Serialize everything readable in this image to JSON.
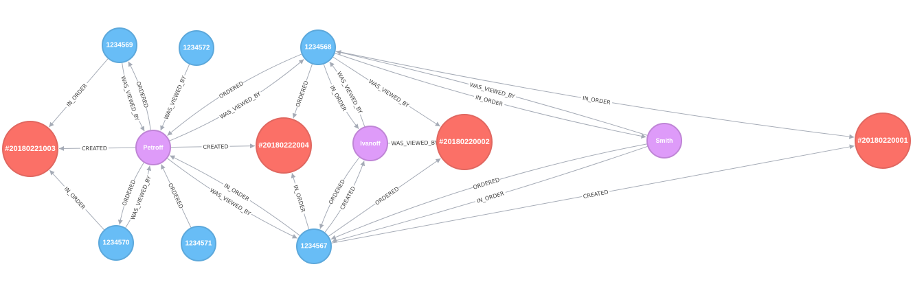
{
  "colors": {
    "product_fill": "#68bdf6",
    "product_stroke": "#5ca8db",
    "customer_fill": "#de9bf9",
    "customer_stroke": "#bf85d6",
    "order_fill": "#fb7067",
    "order_stroke": "#e06760",
    "edge": "#a5abb6",
    "label_text": "#404040",
    "label_bg": "#ffffff"
  },
  "nodes": [
    {
      "id": "p569",
      "label": "1234569",
      "kind": "product"
    },
    {
      "id": "p572",
      "label": "1234572",
      "kind": "product"
    },
    {
      "id": "p568",
      "label": "1234568",
      "kind": "product"
    },
    {
      "id": "p570",
      "label": "1234570",
      "kind": "product"
    },
    {
      "id": "p571",
      "label": "1234571",
      "kind": "product"
    },
    {
      "id": "p567",
      "label": "1234567",
      "kind": "product"
    },
    {
      "id": "petroff",
      "label": "Petroff",
      "kind": "customer"
    },
    {
      "id": "ivanoff",
      "label": "Ivanoff",
      "kind": "customer"
    },
    {
      "id": "smith",
      "label": "Smith",
      "kind": "customer"
    },
    {
      "id": "o1003",
      "label": "#20180221003",
      "kind": "order"
    },
    {
      "id": "o2004",
      "label": "#20180222004",
      "kind": "order"
    },
    {
      "id": "o0002",
      "label": "#20180220002",
      "kind": "order"
    },
    {
      "id": "o0001",
      "label": "#20180220001",
      "kind": "order"
    }
  ],
  "edges": [
    {
      "label": "IN_ORDER"
    },
    {
      "label": "ORDERED"
    },
    {
      "label": "WAS_VIEWED_BY"
    },
    {
      "label": "WAS_VIEWED_BY"
    },
    {
      "label": "CREATED"
    },
    {
      "label": "CREATED"
    },
    {
      "label": "WAS_VIEWED_BY"
    },
    {
      "label": "ORDERED"
    },
    {
      "label": "IN_ORDER"
    },
    {
      "label": "ORDERED"
    },
    {
      "label": "WAS_VIEWED_BY"
    },
    {
      "label": "ORDERED"
    },
    {
      "label": "WAS_VIEWED_BY"
    },
    {
      "label": "IN_ORDER"
    },
    {
      "label": "ORDERED"
    },
    {
      "label": "WAS_VIEWED_BY"
    },
    {
      "label": "IN_ORDER"
    },
    {
      "label": "WAS_VIEWED_BY"
    },
    {
      "label": "IN_ORDER"
    },
    {
      "label": "ORDERED"
    },
    {
      "label": "CREATED"
    },
    {
      "label": "WAS_VIEWED_BY"
    },
    {
      "label": "ORDERED"
    },
    {
      "label": "IN_ORDER"
    },
    {
      "label": "WAS_VIEWED_BY"
    },
    {
      "label": "IN_ORDER"
    },
    {
      "label": "ORDERED"
    },
    {
      "label": "IN_ORDER"
    },
    {
      "label": "CREATED"
    }
  ]
}
